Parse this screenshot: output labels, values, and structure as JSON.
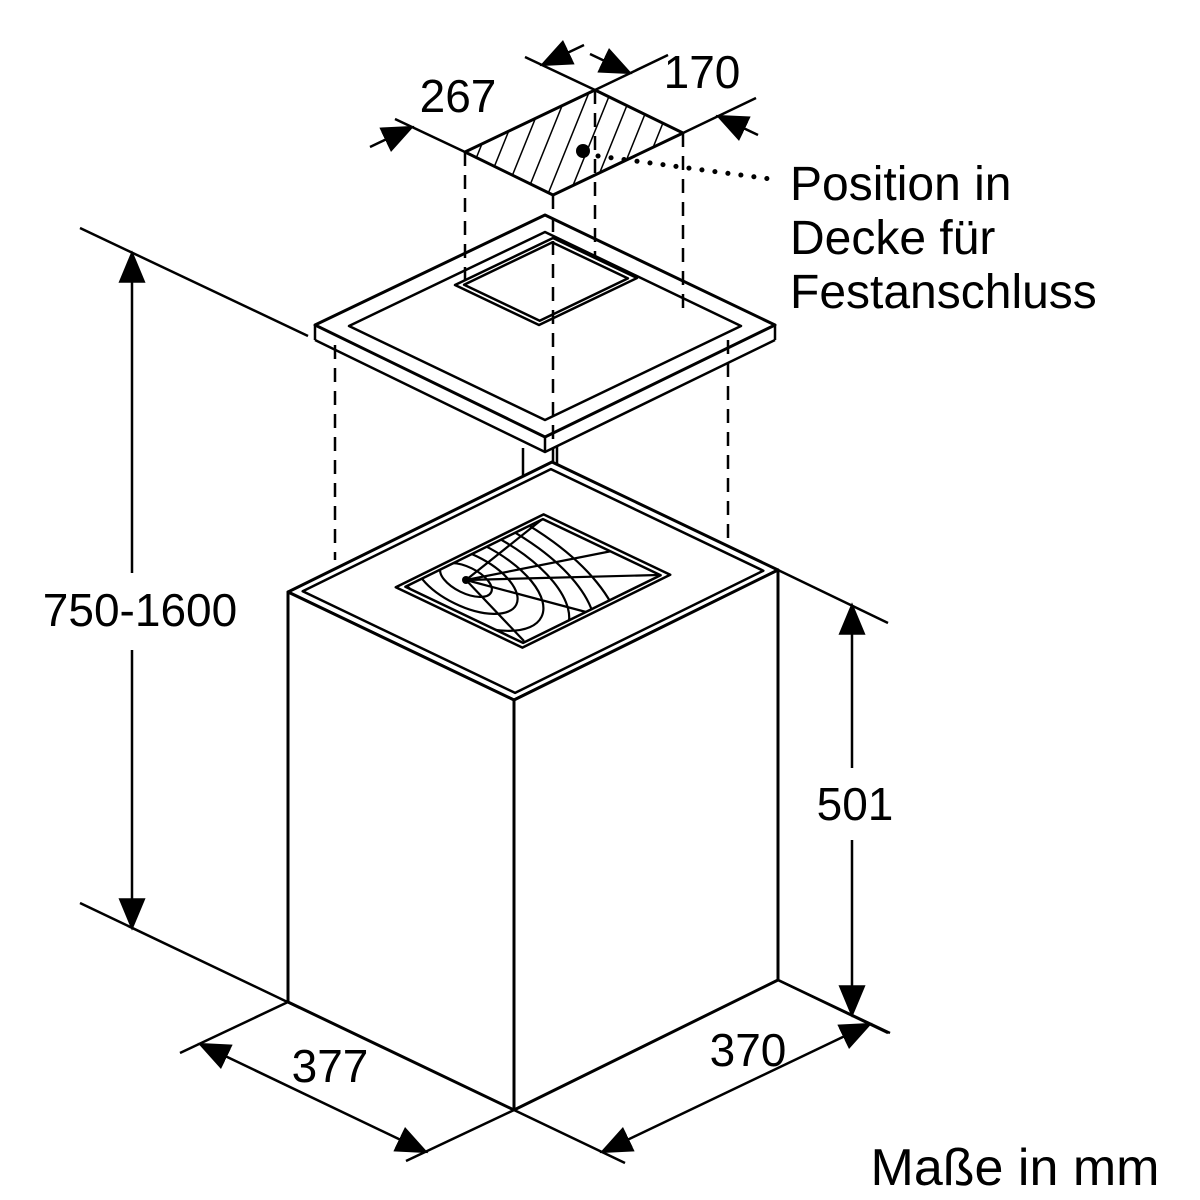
{
  "diagram": {
    "dimensions": {
      "height_range": "750-1600",
      "body_height": "501",
      "width": "377",
      "depth": "370",
      "ceiling_cutout_length": "267",
      "ceiling_cutout_width": "170"
    },
    "leader": {
      "lines": [
        "Position in",
        "Decke für",
        "Festanschluss"
      ]
    },
    "footer": "Maße in mm"
  }
}
